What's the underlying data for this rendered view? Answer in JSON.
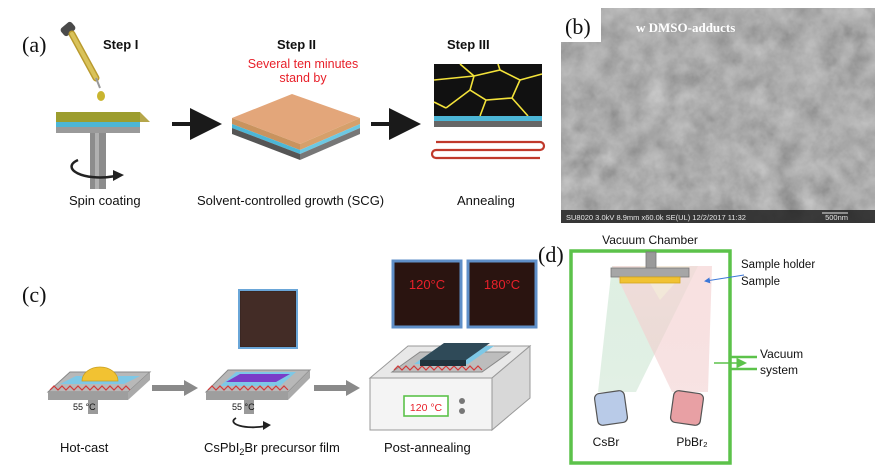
{
  "panel_a": {
    "tag": "(a)",
    "step1": {
      "title": "Step I",
      "caption": "Spin coating"
    },
    "step2": {
      "title": "Step II",
      "note_line1": "Several ten minutes",
      "note_line2": "stand by",
      "caption": "Solvent-controlled growth (SCG)"
    },
    "step3": {
      "title": "Step III",
      "caption": "Annealing"
    }
  },
  "panel_b": {
    "tag": "(b)",
    "label": "w DMSO-adducts",
    "info_bar": "SU8020 3.0kV 8.9mm x60.0k SE(UL) 12/2/2017 11:32",
    "scale": "500nm"
  },
  "panel_c": {
    "tag": "(c)",
    "hotplate_temp": "55 °C",
    "caption1": "Hot-cast",
    "caption2_prefix": "CsPbI",
    "caption2_sub": "2",
    "caption2_suffix": "Br precursor film",
    "caption3": "Post-annealing",
    "film_temp1": "120°C",
    "film_temp2": "180°C",
    "display_temp": "120 °C"
  },
  "panel_d": {
    "tag": "(d)",
    "chamber_label": "Vacuum Chamber",
    "holder_label": "Sample holder",
    "sample_label": "Sample",
    "vacuum_line1": "Vacuum",
    "vacuum_line2": "system",
    "source1": "CsBr",
    "source2": "PbBr₂"
  },
  "colors": {
    "arrow": "#1a1a1a",
    "grey_arrow": "#8a8a8a",
    "red_note": "#e8202a",
    "chamber_green": "#5cc24a",
    "crucible_blue": "#b9cbe8",
    "crucible_red": "#e8a0a4",
    "sample_yellow": "#f1c232"
  }
}
